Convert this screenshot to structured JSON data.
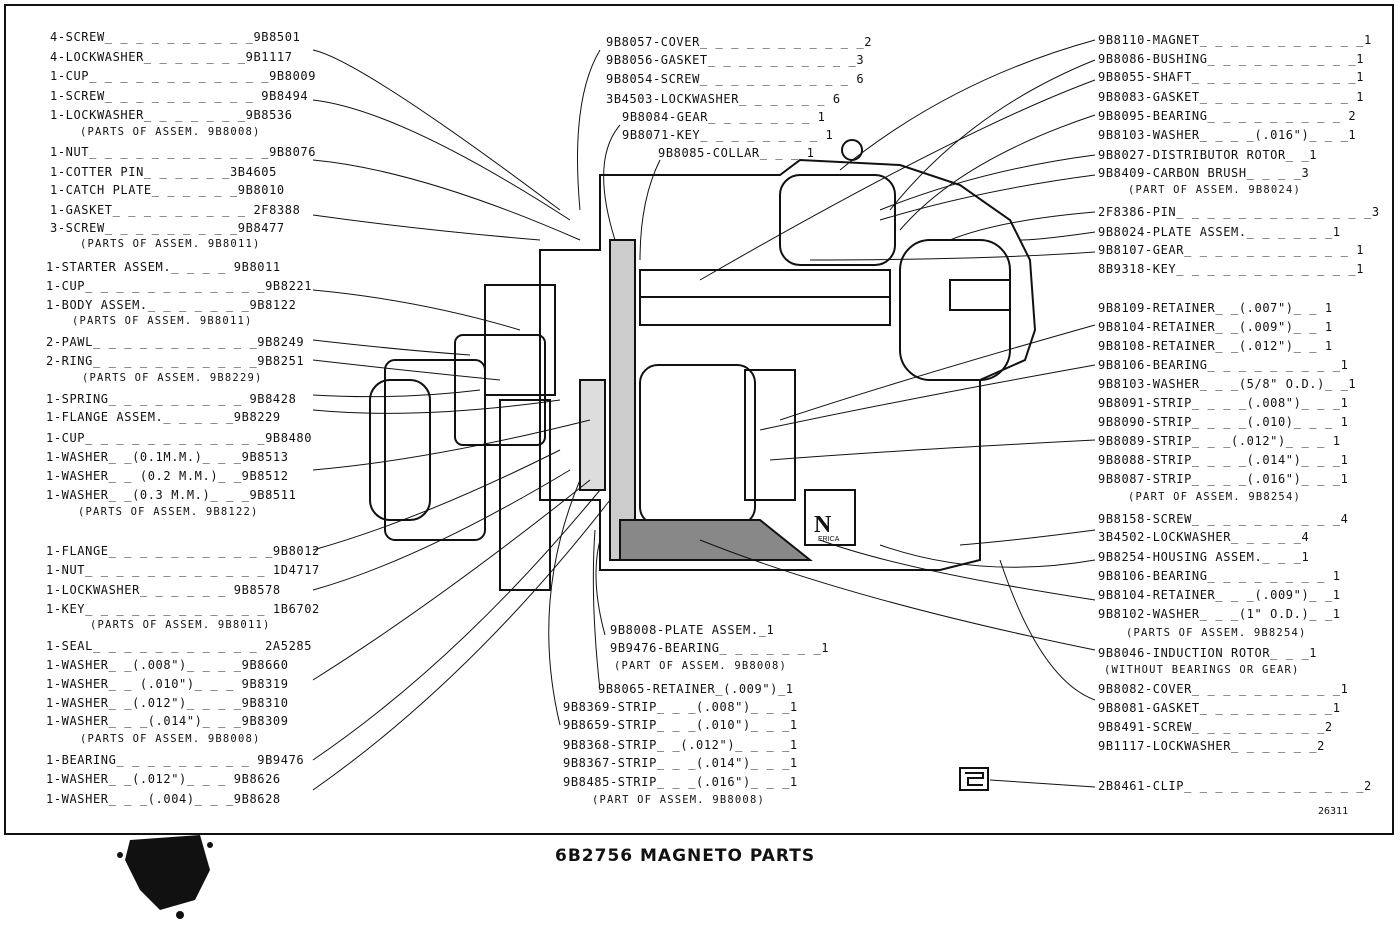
{
  "caption": "6B2756  MAGNETO PARTS",
  "drawing_number": "26311",
  "nameplate_text": "N",
  "nameplate_sub": "ERICA",
  "left_labels": [
    "4-SCREW_ _ _ _ _ _ _ _ _ _9B8501",
    "4-LOCKWASHER_ _ _ _ _ _ _9B1117",
    "1-CUP_ _ _ _ _ _ _ _ _ _ _ _9B8009",
    "1-SCREW_ _ _ _ _ _ _ _ _ _ 9B8494",
    "1-LOCKWASHER_ _ _ _ _ _ _9B8536",
    "1-NUT_ _ _ _ _ _ _ _ _ _ _ _9B8076",
    "1-COTTER PIN_ _ _ _ _ _3B4605",
    "1-CATCH PLATE_ _ _ _ _ _9B8010",
    "1-GASKET_ _ _ _ _ _ _ _ _ 2F8388",
    "3-SCREW_ _ _ _ _ _ _ _ _9B8477",
    "1-STARTER ASSEM._ _ _ _ 9B8011",
    "1-CUP_ _ _ _ _ _ _ _ _ _ _ _9B8221",
    "1-BODY ASSEM._ _ _ _ _ _ _9B8122",
    "2-PAWL_ _ _ _ _ _ _ _ _ _ _9B8249",
    "2-RING_ _ _ _ _ _ _ _ _ _ _9B8251",
    "1-SPRING_ _ _ _ _ _ _ _ _ 9B8428",
    "1-FLANGE ASSEM._ _ _ _ _9B8229",
    "1-CUP_ _ _ _ _ _ _ _ _ _ _ _9B8480",
    "1-WASHER_ _(0.1M.M.)_ _ _9B8513",
    "1-WASHER_ _ (0.2 M.M.)_ _9B8512",
    "1-WASHER_ _(0.3 M.M.)_ _ _9B8511",
    "1-FLANGE_ _ _ _ _ _ _ _ _ _ _9B8012",
    "1-NUT_ _ _ _ _ _ _ _ _ _ _ _ 1D4717",
    "1-LOCKWASHER_ _ _ _ _ _ 9B8578",
    "1-KEY_ _ _ _ _ _ _ _ _ _ _ _ 1B6702",
    "1-SEAL_ _ _ _ _ _ _ _ _ _ _ 2A5285",
    "1-WASHER_ _(.008\")_ _ _ _9B8660",
    "1-WASHER_ _ (.010\")_ _ _ 9B8319",
    "1-WASHER_ _(.012\")_ _ _ _9B8310",
    "1-WASHER_ _ _(.014\")_ _ _9B8309",
    "1-BEARING_ _ _ _ _ _ _ _ _ 9B9476",
    "1-WASHER_ _(.012\")_ _ _ 9B8626",
    "1-WASHER_ _ _(.004)_ _ _9B8628"
  ],
  "left_notes": [
    "(PARTS OF ASSEM. 9B8008)",
    "(PARTS OF ASSEM. 9B8011)",
    "(PARTS OF ASSEM. 9B8011)",
    "(PARTS OF ASSEM. 9B8229)",
    "(PARTS OF ASSEM. 9B8122)",
    "(PARTS OF ASSEM. 9B8011)",
    "(PARTS OF ASSEM. 9B8008)"
  ],
  "top_center_labels": [
    "9B8057-COVER_ _ _ _ _ _ _ _ _ _ _2",
    "9B8056-GASKET_ _ _ _ _ _ _ _ _ _3",
    "9B8054-SCREW_ _ _ _ _ _ _ _ _ _ 6",
    "3B4503-LOCKWASHER_ _ _ _ _ _ 6",
    "9B8084-GEAR_ _ _ _ _ _ _ 1",
    "9B8071-KEY_ _ _ _ _ _ _ _ 1",
    "9B8085-COLLAR_ _ _ 1"
  ],
  "bottom_center_labels": [
    "9B8008-PLATE ASSEM._1",
    "9B9476-BEARING_ _ _ _ _ _ _1",
    "9B8065-RETAINER_(.009\")_1",
    "9B8369-STRIP_ _ _(.008\")_ _ _1",
    "9B8659-STRIP_ _ _(.010\")_ _ _1",
    "9B8368-STRIP_ _(.012\")_ _ _ _1",
    "9B8367-STRIP_ _ _(.014\")_ _ _1",
    "9B8485-STRIP_ _ _(.016\")_ _ _1"
  ],
  "bottom_center_notes": [
    "(PART OF ASSEM. 9B8008)",
    "(PART OF ASSEM. 9B8008)"
  ],
  "right_labels": [
    "9B8110-MAGNET_ _ _ _ _ _ _ _ _ _ _1",
    "9B8086-BUSHING_ _ _ _ _ _ _ _ _ _1",
    "9B8055-SHAFT_ _ _ _ _ _ _ _ _ _ _1",
    "9B8083-GASKET_ _ _ _ _ _ _ _ _ _ 1",
    "9B8095-BEARING_ _ _ _ _ _ _ _ _ 2",
    "9B8103-WASHER_ _ _ _(.016\")_ _ _1",
    "9B8027-DISTRIBUTOR ROTOR_ _1",
    "9B8409-CARBON BRUSH_ _ _ _3",
    "2F8386-PIN_ _ _ _ _ _ _ _ _ _ _ _ _3",
    "9B8024-PLATE ASSEM._ _ _ _ _ _1",
    "9B8107-GEAR_ _ _ _ _ _ _ _ _ _ _ 1",
    "8B9318-KEY_ _ _ _ _ _ _ _ _ _ _ _1",
    "9B8109-RETAINER_ _(.007\")_ _ 1",
    "9B8104-RETAINER_ _(.009\")_ _ 1",
    "9B8108-RETAINER_ _(.012\")_ _ 1",
    "9B8106-BEARING_ _ _ _ _ _ _ _ _1",
    "9B8103-WASHER_ _ _(5/8\" O.D.)_ _1",
    "9B8091-STRIP_ _ _ _(.008\")_ _ _1",
    "9B8090-STRIP_ _ _ _(.010)_ _ _ 1",
    "9B8089-STRIP_ _ _(.012\")_ _ _ 1",
    "9B8088-STRIP_ _ _ _(.014\")_ _ _1",
    "9B8087-STRIP_ _ _ _(.016\")_ _ _1",
    "9B8158-SCREW_ _ _ _ _ _ _ _ _ _4",
    "3B4502-LOCKWASHER_ _ _ _ _4",
    "9B8254-HOUSING ASSEM._ _ _1",
    "9B8106-BEARING_ _ _ _ _ _ _ _ 1",
    "9B8104-RETAINER_ _ _(.009\")_ _1",
    "9B8102-WASHER_ _ _(1\" O.D.)_ _1",
    "9B8046-INDUCTION ROTOR_ _ _1",
    "9B8082-COVER_ _ _ _ _ _ _ _ _ _1",
    "9B8081-GASKET_ _ _ _ _ _ _ _ _1",
    "9B8491-SCREW_ _ _ _ _ _ _ _ _2",
    "9B1117-LOCKWASHER_ _ _ _ _ _2",
    "2B8461-CLIP_ _ _ _ _ _ _ _ _ _ _ _2"
  ],
  "right_notes": [
    "(PART OF ASSEM. 9B8024)",
    "(PART OF ASSEM. 9B8254)",
    "(PARTS OF ASSEM. 9B8254)",
    "(WITHOUT BEARINGS OR GEAR)"
  ]
}
